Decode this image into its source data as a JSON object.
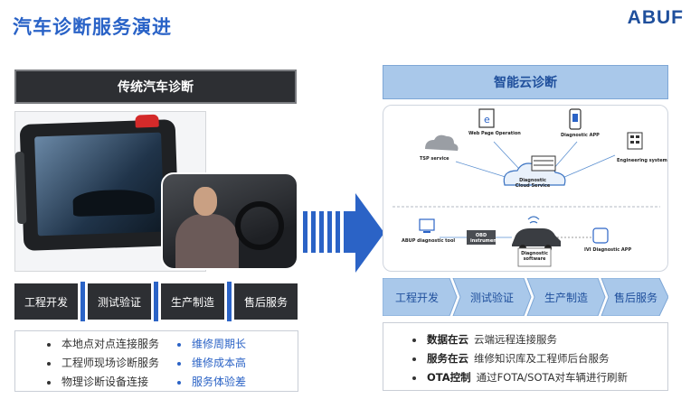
{
  "page": {
    "title": "汽车诊断服务演进",
    "logo": "ABUF"
  },
  "left": {
    "header": "传统汽车诊断",
    "stages": [
      "工程开发",
      "测试验证",
      "生产制造",
      "售后服务"
    ],
    "bullets": [
      {
        "text": "本地点对点连接服务",
        "issue": "维修周期长"
      },
      {
        "text": "工程师现场诊断服务",
        "issue": "维修成本高"
      },
      {
        "text": "物理诊断设备连接",
        "issue": "服务体验差"
      }
    ]
  },
  "right": {
    "header": "智能云诊断",
    "diagram": {
      "tsp": "TSP service",
      "web": "Web Page Operation",
      "app": "Diagnostic APP",
      "engineering": "Engineering system",
      "cloud": "Diagnostic Cloud Service",
      "tool": "ABUP diagnostic tool",
      "obd": "OBD instrument",
      "software": "Diagnostic software",
      "ivi": "IVI Diagnostic APP"
    },
    "stages": [
      "工程开发",
      "测试验证",
      "生产制造",
      "售后服务"
    ],
    "bullets": [
      {
        "key": "数据在云",
        "text": "云端远程连接服务"
      },
      {
        "key": "服务在云",
        "text": "维修知识库及工程师后台服务"
      },
      {
        "key": "OTA控制",
        "text": "通过FOTA/SOTA对车辆进行刷新"
      }
    ]
  }
}
